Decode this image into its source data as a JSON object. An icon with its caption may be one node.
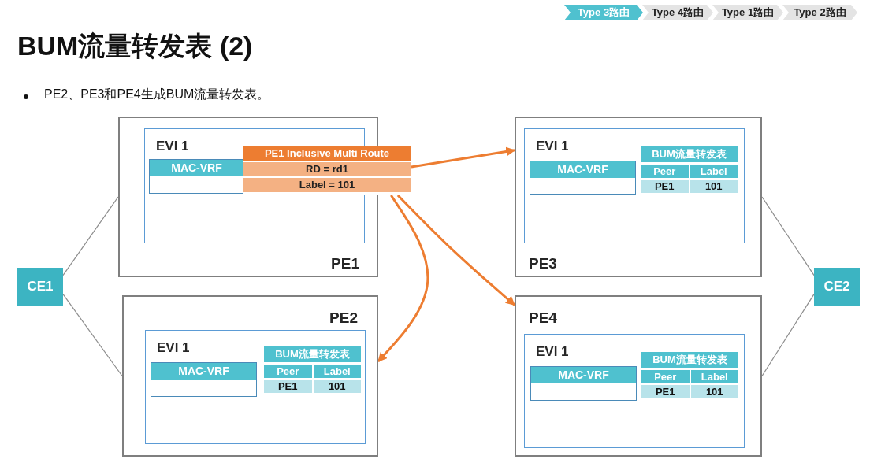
{
  "diagram": {
    "title": "BUM流量转发表 (2)",
    "nodes": [
      {
        "text": [
          "Type 3路由"
        ]
      },
      {
        "text": [
          "Type 4路由"
        ]
      },
      {
        "text": [
          "Type 1路由"
        ]
      },
      {
        "text": [
          "Type 2路由"
        ]
      },
      {
        "text": [
          "PE1"
        ]
      },
      {
        "text": [
          "EVI 1"
        ],
        "in": 4
      },
      {
        "text": [
          "MAC-VRF"
        ],
        "in": 5
      },
      {
        "text": [
          "PE1 Inclusive Multi Route",
          "RD = rd1",
          "Label = 101"
        ]
      },
      {
        "text": [
          "PE3"
        ]
      },
      {
        "text": [
          "EVI 1"
        ],
        "in": 8
      },
      {
        "text": [
          "MAC-VRF"
        ],
        "in": 9
      },
      {
        "text": [
          "BUM流量转发表",
          "Peer",
          "Label",
          "PE1",
          "101"
        ],
        "in": 9
      },
      {
        "text": [
          "CE1"
        ]
      },
      {
        "text": [
          "CE2"
        ]
      },
      {
        "text": [
          "PE2"
        ]
      },
      {
        "text": [
          "EVI 1"
        ],
        "in": 14
      },
      {
        "text": [
          "MAC-VRF"
        ],
        "in": 15
      },
      {
        "text": [
          "BUM流量转发表",
          "Peer",
          "Label",
          "PE1",
          "101"
        ],
        "in": 15
      },
      {
        "text": [
          "PE4"
        ]
      },
      {
        "text": [
          "EVI 1"
        ],
        "in": 18
      },
      {
        "text": [
          "MAC-VRF"
        ],
        "in": 19
      },
      {
        "text": [
          "BUM流量转发表",
          "Peer",
          "Label",
          "PE1",
          "101"
        ],
        "in": 19
      }
    ],
    "edges": [
      {
        "from": 12,
        "to": 4,
        "arrow": "none"
      },
      {
        "from": 12,
        "to": 14,
        "arrow": "none"
      },
      {
        "from": 13,
        "to": 8,
        "arrow": "none"
      },
      {
        "from": 13,
        "to": 18,
        "arrow": "none"
      },
      {
        "from": 7,
        "to": 8,
        "arrow": "to",
        "style": "thick",
        "color": "#ed7d31"
      },
      {
        "from": 7,
        "to": 14,
        "arrow": "to",
        "style": "thick",
        "color": "#ed7d31"
      },
      {
        "from": 7,
        "to": 18,
        "arrow": "to",
        "style": "thick",
        "color": "#ed7d31"
      }
    ],
    "labels": [
      "PE2、PE3和PE4生成BUM流量转发表。"
    ]
  }
}
